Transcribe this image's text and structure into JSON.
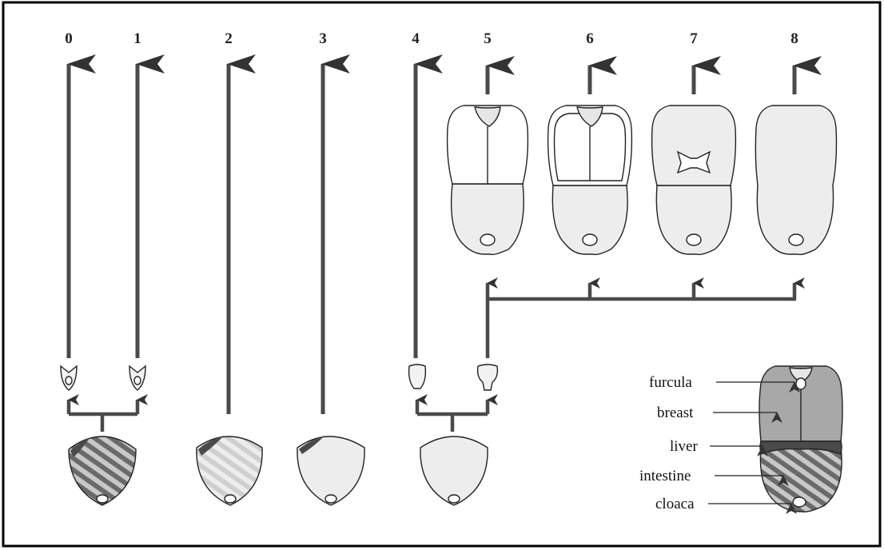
{
  "stage_labels": [
    "0",
    "1",
    "2",
    "3",
    "4",
    "5",
    "6",
    "7",
    "8"
  ],
  "anatomy_labels": {
    "furcula": "furcula",
    "breast": "breast",
    "liver": "liver",
    "intestine": "intestine",
    "cloaca": "cloaca"
  },
  "colors": {
    "frame": "#000000",
    "arrow": "#4a4a4a",
    "arrow_head": "#333333",
    "breast_fill": "#a8a8a8",
    "liver_fill": "#4a4a4a",
    "intestine_dark": "#6a6a6a",
    "intestine_light": "#c8c8c8",
    "pale_fill": "#ededed"
  }
}
